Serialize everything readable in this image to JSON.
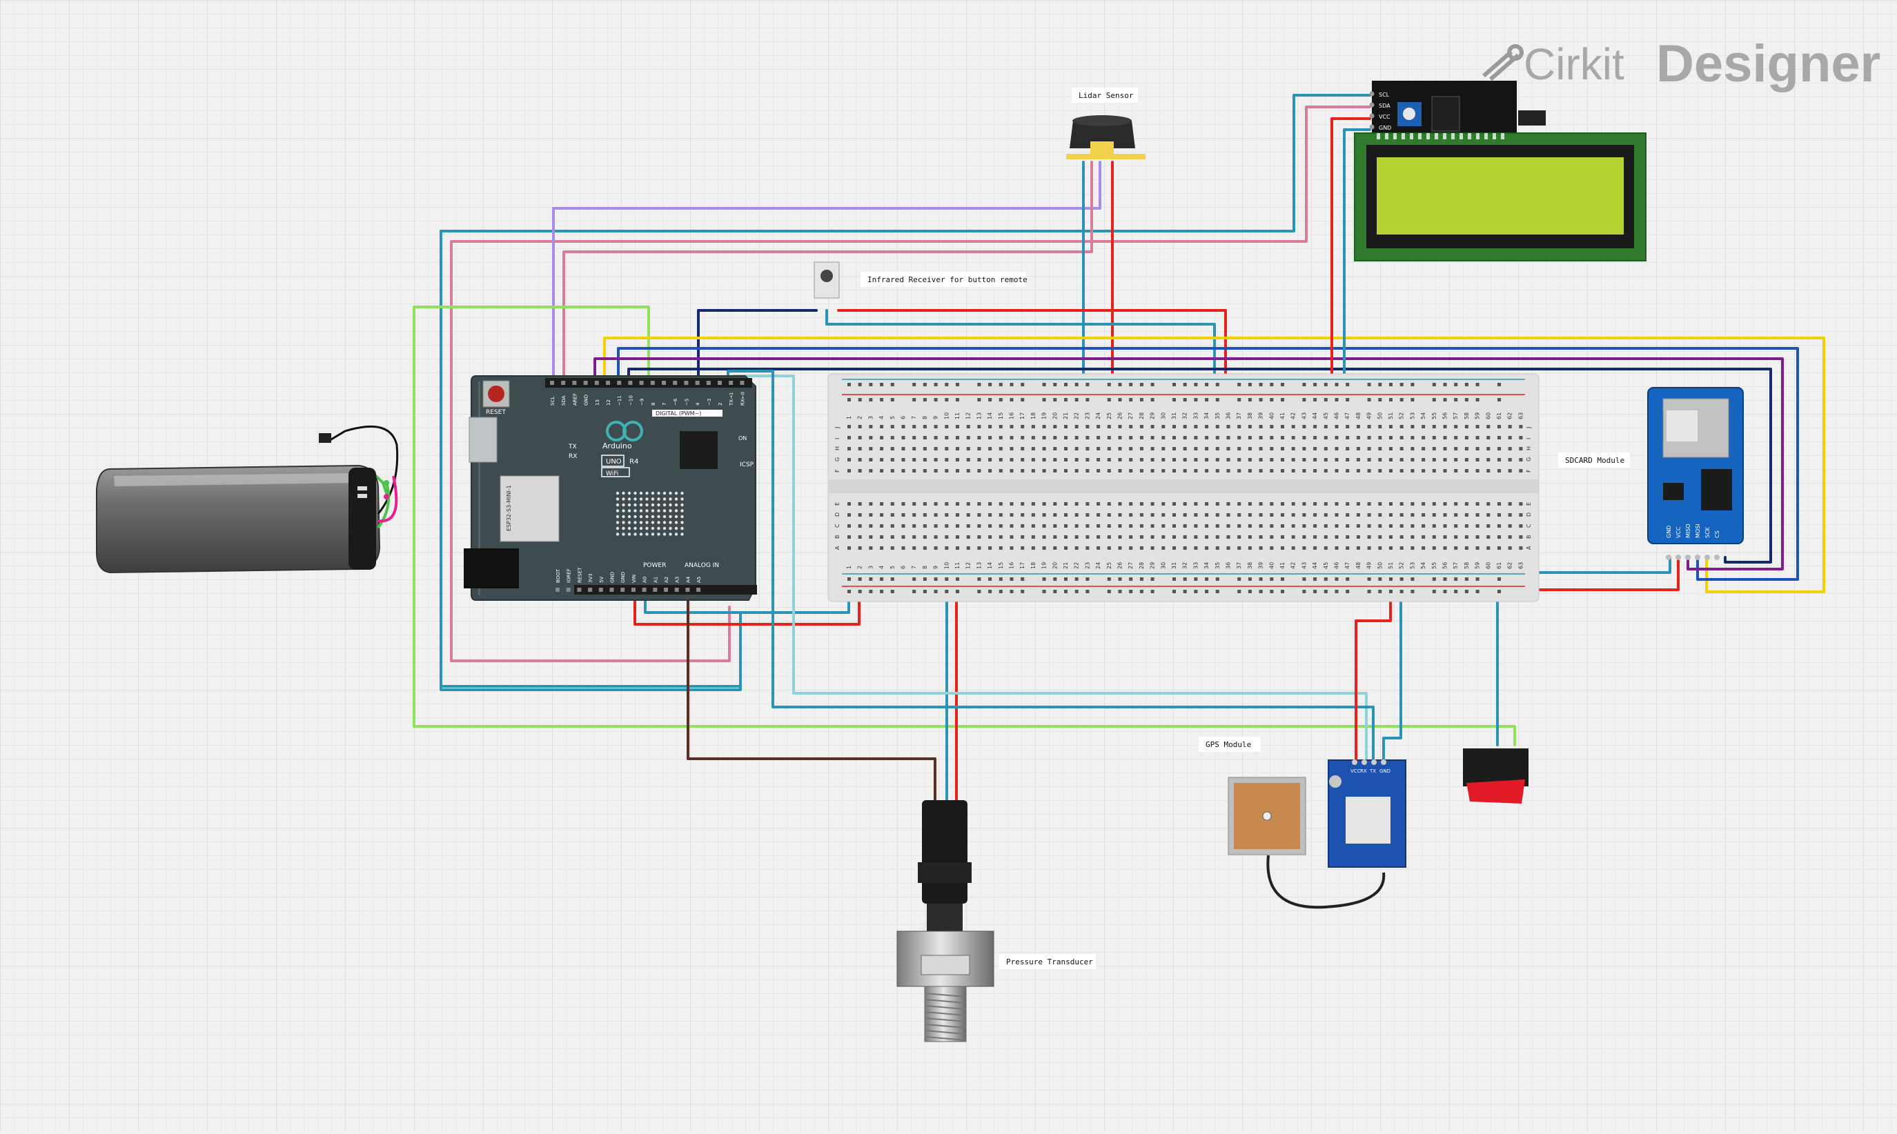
{
  "app": {
    "brand_prefix": "Cirkit",
    "brand_suffix": "Designer"
  },
  "components": {
    "lidar": {
      "label": "Lidar Sensor"
    },
    "ir": {
      "label": "Infrared Receiver for button remote"
    },
    "sdcard": {
      "label": "SDCARD Module",
      "pins": [
        "GND",
        "VCC",
        "MISO",
        "MOSI",
        "SCK",
        "CS"
      ]
    },
    "gps": {
      "label": "GPS Module",
      "pins": [
        "VCC",
        "RX",
        "TX",
        "GND"
      ]
    },
    "pressure": {
      "label": "Pressure Transducer"
    },
    "i2c": {
      "pins": [
        "GND",
        "VCC",
        "SDA",
        "SCL"
      ]
    },
    "arduino": {
      "brand": "Arduino",
      "model": "UNO",
      "rev": "R4",
      "wifi": "WiFi",
      "reset": "RESET",
      "digital_header": "DIGITAL (PWM~)",
      "power_header": "POWER",
      "analog_header": "ANALOG IN",
      "icsp": "ICSP",
      "tx": "TX",
      "rx": "RX",
      "on": "ON",
      "top_pins": [
        "SCL",
        "SDA",
        "AREF",
        "GND",
        "13",
        "12",
        "~11",
        "~10",
        "~9",
        "8",
        "7",
        "~6",
        "~5",
        "4",
        "~3",
        "2",
        "TX→1",
        "RX←0"
      ],
      "bottom_pins": [
        "BOOT",
        "IOREF",
        "RESET",
        "3V3",
        "5V",
        "GND",
        "GND",
        "VIN",
        "A0",
        "A1",
        "A2",
        "A3",
        "A4",
        "A5"
      ],
      "module_text": "ESP32-S3-MINI-1"
    },
    "breadboard": {
      "rows_top": [
        "J",
        "I",
        "H",
        "G",
        "F"
      ],
      "rows_bottom": [
        "E",
        "D",
        "C",
        "B",
        "A"
      ],
      "columns": 63
    }
  },
  "colors": {
    "teal": "#2a93b6",
    "red": "#e8221b",
    "purple": "#a98be8",
    "pink": "#d97c9a",
    "navy": "#132a6e",
    "yellow": "#f5d000",
    "green": "#8fe35b",
    "brown": "#5b2e22",
    "violet": "#7d1d8e",
    "lightteal": "#8fd3d8",
    "blue": "#1d52b8"
  }
}
